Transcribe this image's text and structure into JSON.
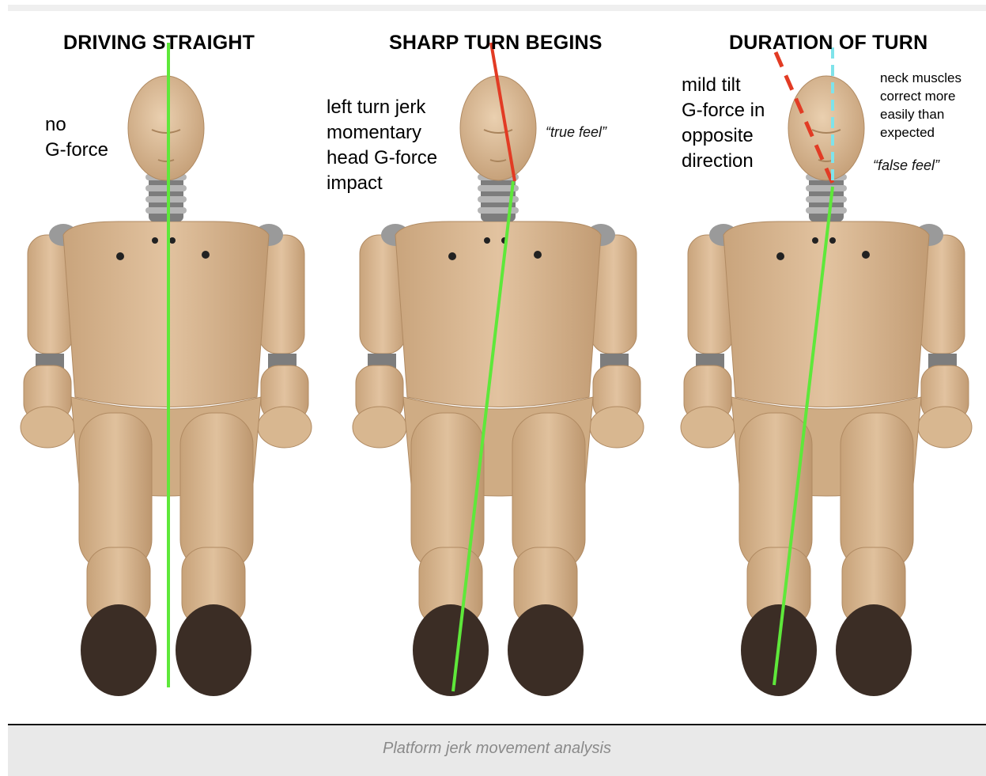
{
  "panels": [
    {
      "title": "DRIVING STRAIGHT",
      "note_lines": [
        "no",
        "G-force"
      ]
    },
    {
      "title": "SHARP TURN BEGINS",
      "note_lines": [
        "left turn jerk",
        "momentary",
        "head G-force",
        "impact"
      ],
      "quote": "“true feel”"
    },
    {
      "title": "DURATION OF TURN",
      "note_lines": [
        "mild tilt",
        "G-force in",
        "opposite",
        "direction"
      ],
      "side_note_lines": [
        "neck muscles",
        "correct more",
        "easily than",
        "expected"
      ],
      "quote": "“false feel”"
    }
  ],
  "caption": "Platform jerk movement analysis",
  "colors": {
    "skin": "#d9b893",
    "skin_shadow": "#b8936c",
    "joint": "#8f8f8f",
    "foot": "#3b2d25",
    "axis_green": "#5ee83a",
    "head_red": "#e23b24",
    "dash_cyan": "#7fe3ea"
  }
}
